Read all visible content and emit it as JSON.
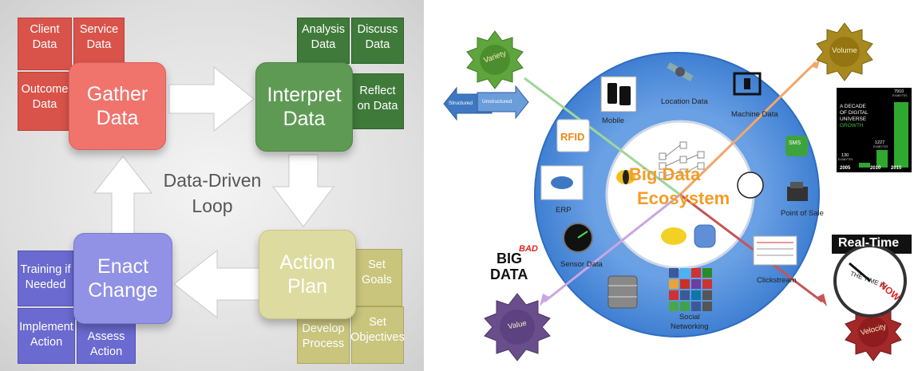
{
  "left_diagram": {
    "center_label": "Data-Driven\nLoop",
    "gather": {
      "title": "Gather\nData",
      "items": [
        "Client\nData",
        "Service\nData",
        "Outcome\nData"
      ]
    },
    "interpret": {
      "title": "Interpret\nData",
      "items": [
        "Analysis\nData",
        "Discuss\nData",
        "Reflect\non Data"
      ]
    },
    "action": {
      "title": "Action\nPlan",
      "items": [
        "Set\nGoals",
        "Develop\nProcess",
        "Set\nObjectives"
      ]
    },
    "enact": {
      "title": "Enact\nChange",
      "items": [
        "Training if\nNeeded",
        "Implement\nAction",
        "Assess\nAction"
      ]
    },
    "colors": {
      "gather": "#f0746c",
      "interpret": "#5f9a55",
      "action": "#dedba0",
      "enact": "#9191e6"
    }
  },
  "right_diagram": {
    "title_line1": "Big Data",
    "title_line2": "Ecosystem",
    "gears": [
      "Variety",
      "Volume",
      "Value",
      "Velocity"
    ],
    "sources": [
      "Mobile",
      "Location Data",
      "Machine Data",
      "RFID",
      "ERP",
      "Point of Sale",
      "Sensor Data",
      "Clickstream",
      "Social\nNetworking"
    ],
    "structured": "Structured",
    "unstructured": "Unstructured",
    "sms": "SMS",
    "rfid_tag": "RFID",
    "big_bad_data": {
      "big": "BIG",
      "bad": "BAD",
      "data": "DATA"
    },
    "realtime": {
      "title": "Real-Time",
      "clock_text": "THE TIME IS",
      "now": "NOW"
    },
    "growth_chart": {
      "text": [
        "A DECADE",
        "OF DIGITAL",
        "UNIVERSE",
        "GROWTH"
      ],
      "values": [
        "130",
        "1227",
        "7910"
      ],
      "units": [
        "EXABYTES",
        "EXABYTES",
        "EXABYTES"
      ],
      "years": [
        "2005",
        "2010",
        "2015"
      ]
    },
    "colors": {
      "circle_outer": "#4a86d6",
      "circle_inner": "#ffffff",
      "title": "#f39c28"
    }
  }
}
